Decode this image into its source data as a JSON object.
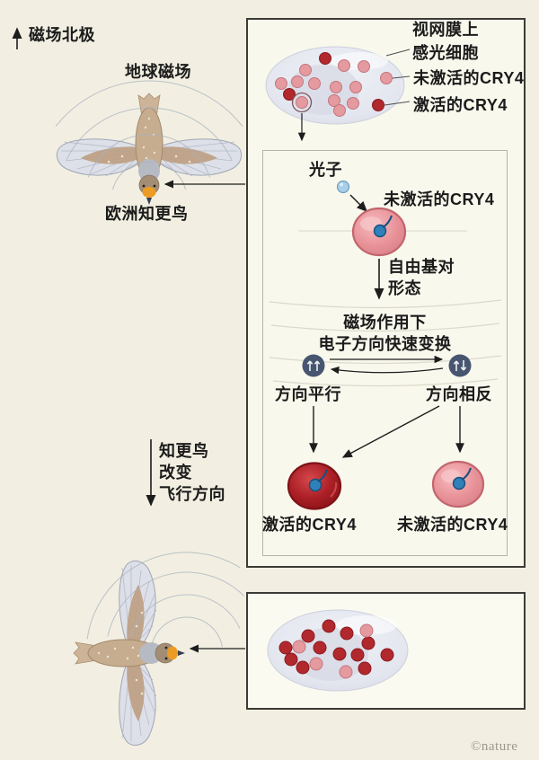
{
  "page": {
    "credit": "©nature"
  },
  "colors": {
    "background": "#f2efe2",
    "inactive_cry4_pink": "#e59aa0",
    "active_cry4_red": "#b1282d",
    "photon_blue": "#a9cfe8",
    "spin_circle_navy": "#475570",
    "robin_orange": "#ec9c22"
  },
  "top_left": {
    "north_label": "磁场北极",
    "earth_field_label": "地球磁场",
    "bird_label": "欧洲知更鸟"
  },
  "retina_box": {
    "cell_label_line1": "视网膜上",
    "cell_label_line2": "感光细胞",
    "inactive_label": "未激活的CRY4",
    "active_label": "激活的CRY4"
  },
  "mechanism_box": {
    "photon_label": "光子",
    "inactive_label": "未激活的CRY4",
    "radical_label_line1": "自由基对",
    "radical_label_line2": "形态",
    "field_effect_line1": "磁场作用下",
    "field_effect_line2": "电子方向快速变换",
    "parallel_label": "方向平行",
    "antiparallel_label": "方向相反",
    "active_result_label": "激活的CRY4",
    "inactive_result_label": "未激活的CRY4"
  },
  "flight_change": {
    "line1": "知更鸟",
    "line2": "改变",
    "line3": "飞行方向"
  }
}
